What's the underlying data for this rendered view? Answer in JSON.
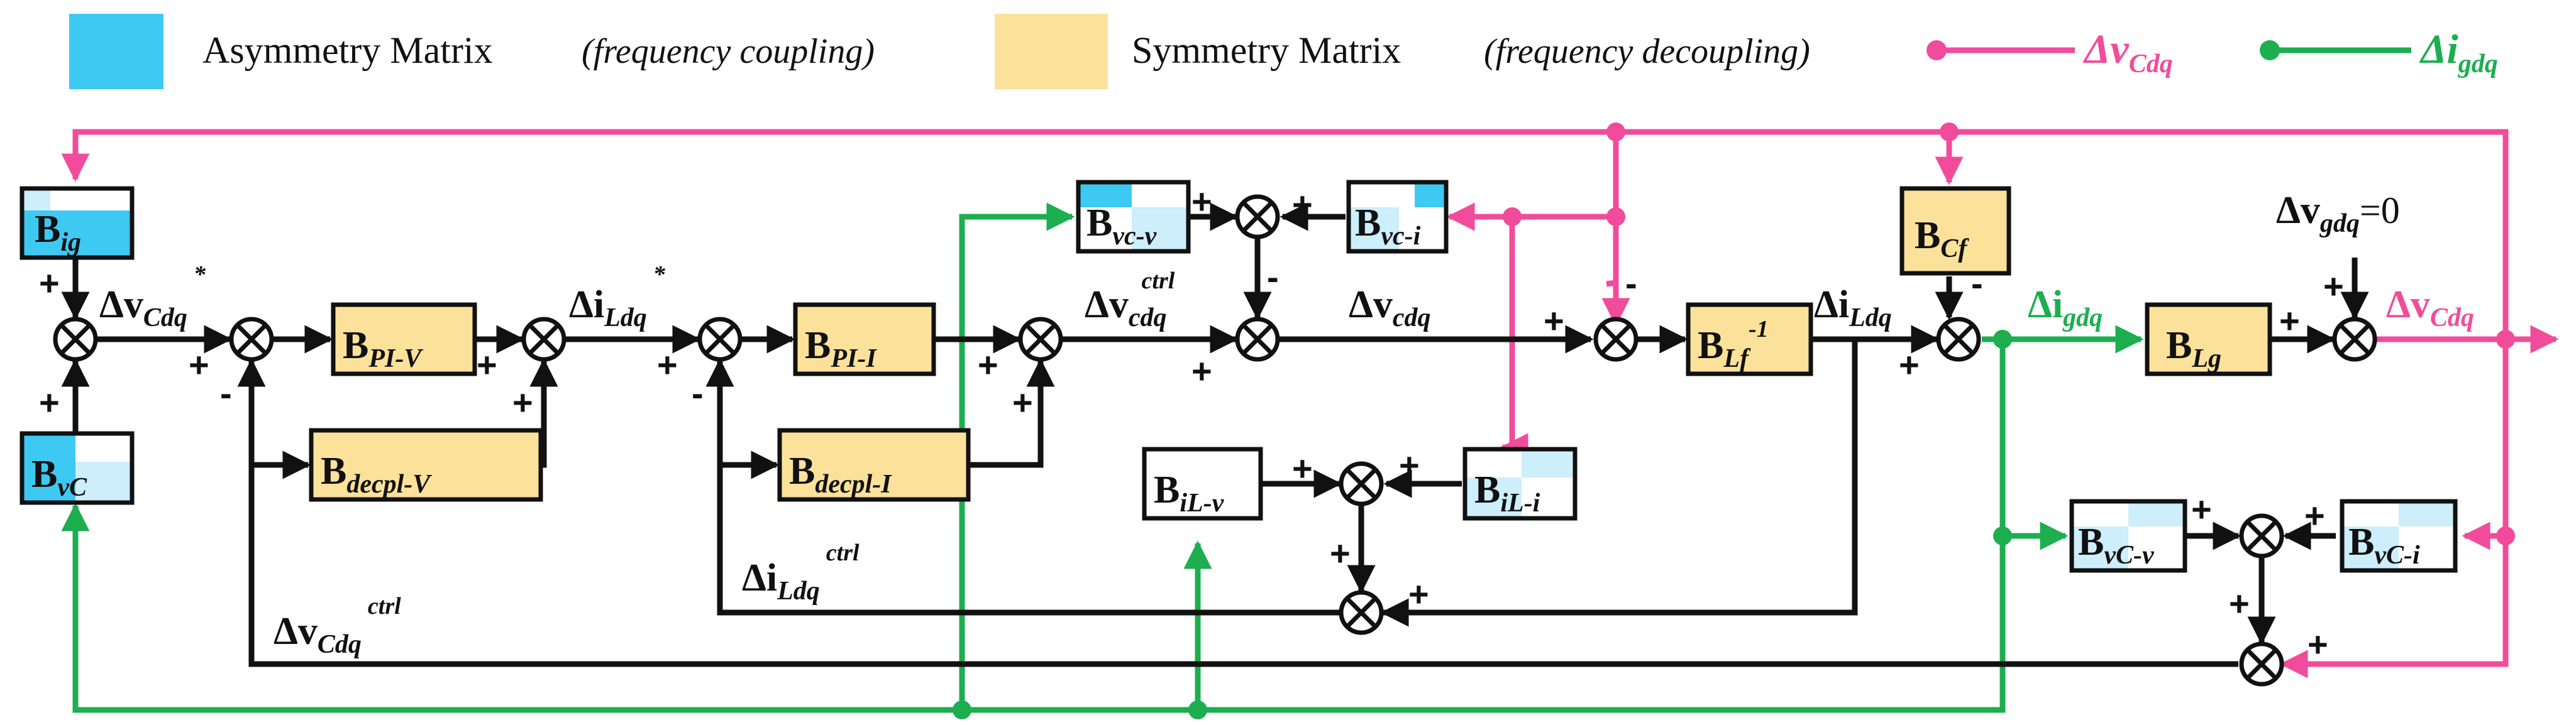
{
  "colors": {
    "asymmetry": "#3ec9f3",
    "asymmetry_light": "#cdeefb",
    "symmetry": "#fbe19a",
    "voltage_wire": "#f04c9b",
    "current_wire": "#1cae4f",
    "black_wire": "#111111"
  },
  "legend": {
    "asym_label": "Asymmetry Matrix",
    "asym_note": "(frequency coupling)",
    "sym_label": "Symmetry Matrix",
    "sym_note": "(frequency decoupling)",
    "v_main": "Δv",
    "v_sub": "Cdq",
    "i_main": "Δi",
    "i_sub": "gdq"
  },
  "blocks": {
    "b_ig": {
      "main": "B",
      "sub": "ig"
    },
    "b_vc": {
      "main": "B",
      "sub": "vC"
    },
    "b_pi_v": {
      "main": "B",
      "sub": "PI-V"
    },
    "b_decpl_v": {
      "main": "B",
      "sub": "decpl-V"
    },
    "b_pi_i": {
      "main": "B",
      "sub": "PI-I"
    },
    "b_decpl_i": {
      "main": "B",
      "sub": "decpl-I"
    },
    "b_vc_v": {
      "main": "B",
      "sub": "vc-v"
    },
    "b_vc_i": {
      "main": "B",
      "sub": "vc-i"
    },
    "b_il_v": {
      "main": "B",
      "sub": "iL-v"
    },
    "b_il_i": {
      "main": "B",
      "sub": "iL-i"
    },
    "b_lf": {
      "main": "B",
      "sub": "Lf",
      "sup": "-1"
    },
    "b_cf": {
      "main": "B",
      "sub": "Cf"
    },
    "b_lg": {
      "main": "B",
      "sub": "Lg"
    },
    "b_vC_v": {
      "main": "B",
      "sub": "vC-v"
    },
    "b_vC_i": {
      "main": "B",
      "sub": "vC-i"
    }
  },
  "signals": {
    "v_ref": {
      "main": "Δv",
      "sub": "Cdq",
      "sup": "*"
    },
    "i_ref": {
      "main": "Δi",
      "sub": "Ldq",
      "sup": "*"
    },
    "v_ctrl_out": {
      "main": "Δv",
      "sub": "cdq",
      "sup": "ctrl"
    },
    "v_cdq": {
      "main": "Δv",
      "sub": "cdq"
    },
    "i_ldq": {
      "main": "Δi",
      "sub": "Ldq"
    },
    "i_gdq": {
      "main": "Δi",
      "sub": "gdq"
    },
    "v_gdq": {
      "main": "Δv",
      "sub": "gdq",
      "tail": "=0"
    },
    "v_out": {
      "main": "Δv",
      "sub": "Cdq"
    },
    "i_ctrl": {
      "main": "Δi",
      "sub": "Ldq",
      "sup": "ctrl"
    },
    "v_ctrl": {
      "main": "Δv",
      "sub": "Cdq",
      "sup": "ctrl"
    }
  },
  "signs": {
    "plus": "+",
    "minus": "-"
  }
}
